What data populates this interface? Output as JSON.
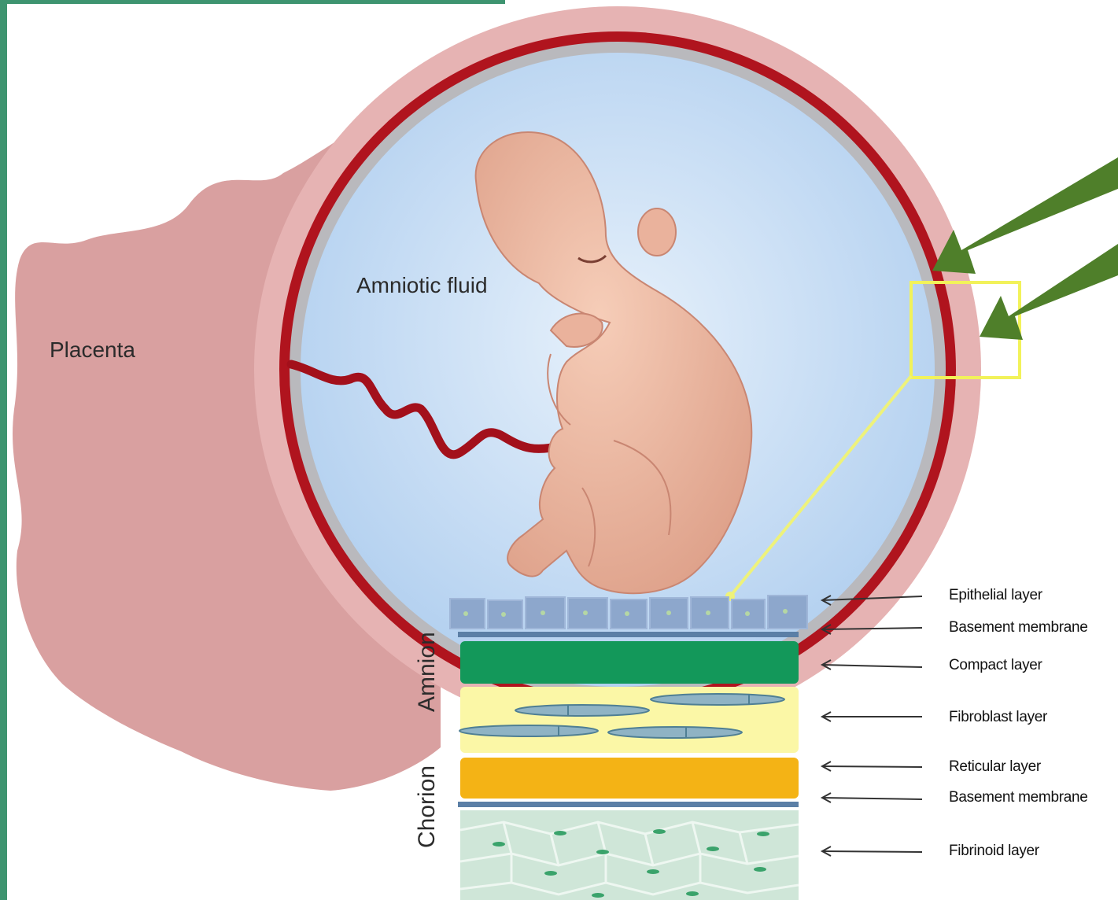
{
  "labels": {
    "placenta": "Placenta",
    "amniotic_fluid": "Amniotic fluid",
    "amnion": "Amnion",
    "chorion": "Chorion"
  },
  "layers": [
    {
      "id": "epithelial",
      "label": "Epithelial layer"
    },
    {
      "id": "basement1",
      "label": "Basement membrane"
    },
    {
      "id": "compact",
      "label": "Compact layer"
    },
    {
      "id": "fibroblast",
      "label": "Fibroblast layer"
    },
    {
      "id": "reticular",
      "label": "Reticular layer"
    },
    {
      "id": "basement2",
      "label": "Basement membrane"
    },
    {
      "id": "fibrinoid",
      "label": "Fibrinoid layer"
    }
  ],
  "colors": {
    "frame": "#3e9470",
    "placenta": "#d9a0a0",
    "membrane_red": "#b0141e",
    "amniotic_fluid": "#c5dcf5",
    "highlight_box": "#f2f25a",
    "pointer_arrow": "#4f7f2a",
    "compact_layer": "#13985a",
    "fibroblast_layer": "#fbf7a6",
    "reticular_layer": "#f4b315",
    "fibrinoid_layer": "#cfe6d8",
    "basement_membrane": "#5b7fa6"
  },
  "icons": [
    "fetus-illustration",
    "umbilical-cord",
    "pointer-arrow-icon"
  ]
}
